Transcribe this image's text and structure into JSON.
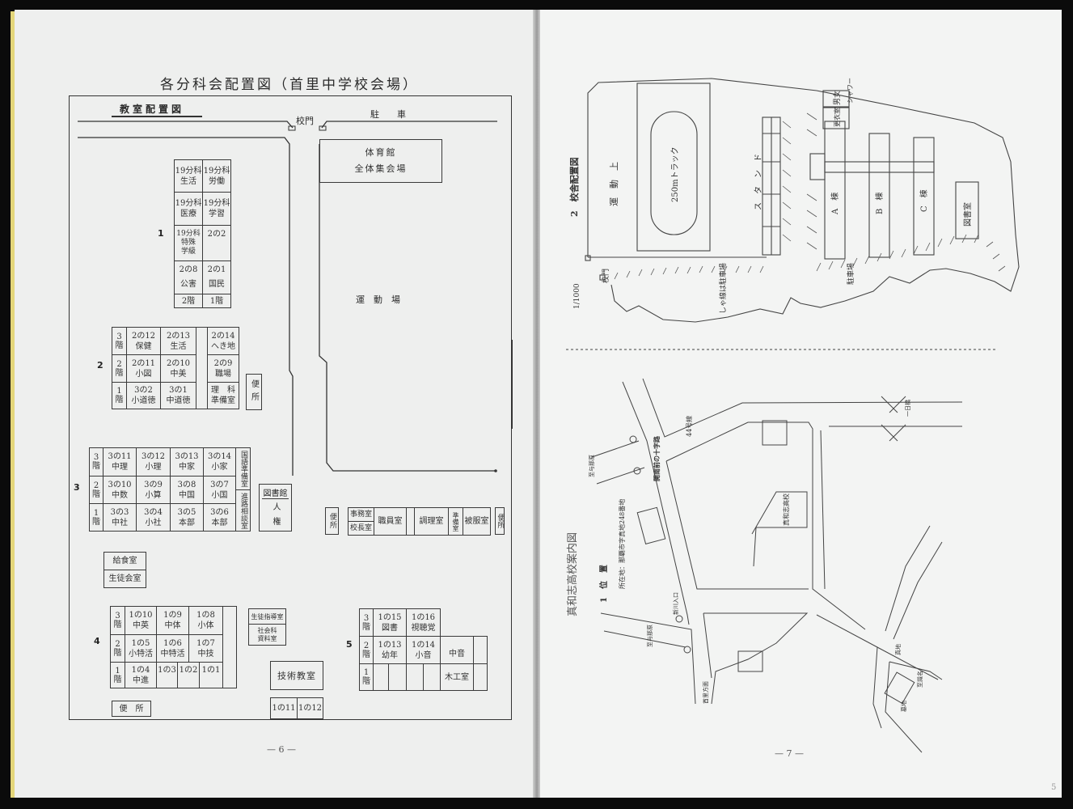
{
  "left_page": {
    "title": "各分科会配置図（首里中学校会場）",
    "heading": "教室配置図",
    "gate": "校門",
    "parking": "駐　　車",
    "gym": "体育館\n全体集会場",
    "field": "運　動　場",
    "building_numbers": [
      "1",
      "2",
      "3",
      "4",
      "5"
    ],
    "bldg1": [
      "19分科\n生活",
      "19分科\n労働",
      "19分科\n医療",
      "19分科\n学習",
      "19分科\n特殊\n学級",
      "2の2",
      "2の8\n公害",
      "2の1\n国民",
      "2階",
      "1階"
    ],
    "bldg2": {
      "floors": [
        "3\n階",
        "2\n階",
        "1\n階"
      ],
      "row3": [
        "2の12\n保健",
        "2の13\n生活",
        "2の14\nへき地"
      ],
      "row2": [
        "2の11\n小図",
        "2の10\n中美",
        "2の9\n職場"
      ],
      "row1": [
        "3の2\n小道徳",
        "3の1\n中道徳",
        "理　科\n準備室"
      ],
      "toilet": "便所"
    },
    "bldg3": {
      "floors": [
        "3\n階",
        "2\n階",
        "1\n階"
      ],
      "row3": [
        "3の11\n中理",
        "3の12\n小理",
        "3の13\n中家",
        "3の14\n小家"
      ],
      "row2": [
        "3の10\n中数",
        "3の9\n小算",
        "3の8\n中国",
        "3の7\n小国"
      ],
      "row1": [
        "3の3\n中社",
        "3の4\n小社",
        "3の5\n本部",
        "3の6\n本部"
      ],
      "side": [
        "国語準備室",
        "進路相談室"
      ],
      "library": "図書館",
      "library_sub": "人権"
    },
    "admin_row": [
      "便所",
      "事務室",
      "校長室",
      "職員室",
      "調理室",
      "準備室",
      "被服室",
      "便所"
    ],
    "kitchen": [
      "給食室",
      "生徒会室"
    ],
    "bldg4": {
      "floors": [
        "3\n階",
        "2\n階",
        "1\n階"
      ],
      "row3": [
        "1の10\n中英",
        "1の9\n中体",
        "1の8\n小体"
      ],
      "row2": [
        "1の5\n小特活",
        "1の6\n中特活",
        "1の7\n中技"
      ],
      "row1": [
        "1の4\n中進",
        "1の3",
        "1の2",
        "1の1"
      ],
      "guidance": [
        "生徒指導室",
        "社会科\n資料室"
      ],
      "tech": "技術教室",
      "tech_rooms": [
        "1の11",
        "1の12"
      ],
      "toilet": "便　所"
    },
    "bldg5": {
      "floors": [
        "3\n階",
        "2\n階",
        "1\n階"
      ],
      "row3": [
        "1の15\n図書",
        "1の16\n視聴覚"
      ],
      "row2": [
        "1の13\n幼年",
        "1の14\n小音",
        "中音"
      ],
      "workshop": "木工室"
    },
    "page_number": "— 6 —"
  },
  "right_page": {
    "campus_map": {
      "title": "2　校舎配置図",
      "field": "運　動　上",
      "track": "250mトラック",
      "stand": "ス　タ　ン　ド",
      "shower": "シャワー",
      "changing": [
        "男女",
        "更衣室"
      ],
      "buildings": [
        "A　棟",
        "B　棟",
        "C　棟"
      ],
      "library": "図書室",
      "parking": "駐車場",
      "hatched_note": "しゃ線は駐車場",
      "gate": "校門",
      "scale": "1/1000"
    },
    "route_map": {
      "title": "真和志高校案内図",
      "section": "1　位　置",
      "address": "所在地：那覇市字真地248番地",
      "labels": [
        "開南前の十字路",
        "44号線",
        "真和志高校",
        "一日橋",
        "至与那原",
        "至与那原",
        "首里方面",
        "真地",
        "至識名",
        "墓地",
        "新川入口"
      ],
      "page_number": "— 7 —",
      "corner_mark": "5"
    }
  }
}
